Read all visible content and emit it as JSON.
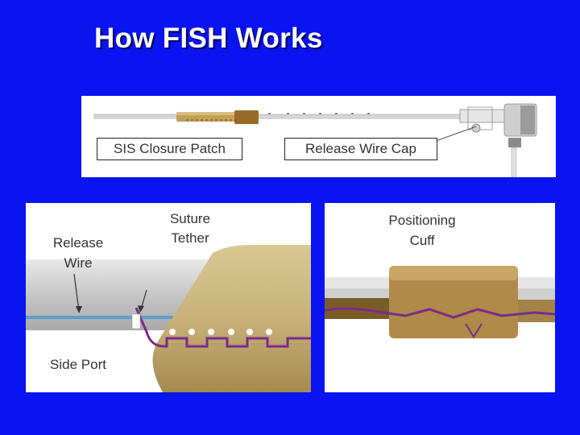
{
  "title": "How FISH Works",
  "top_panel": {
    "sis_label": "SIS Closure Patch",
    "cap_label": "Release Wire Cap"
  },
  "left_panel": {
    "release_wire": [
      "Release",
      "Wire"
    ],
    "suture_tether": [
      "Suture",
      "Tether"
    ],
    "side_port": "Side Port"
  },
  "right_panel": {
    "positioning_cuff": [
      "Positioning",
      "Cuff"
    ]
  },
  "colors": {
    "background": "#0a14f0",
    "patch": "#c8b27a",
    "wire": "#7b2a8a",
    "catheter": "#c9c9c9"
  }
}
